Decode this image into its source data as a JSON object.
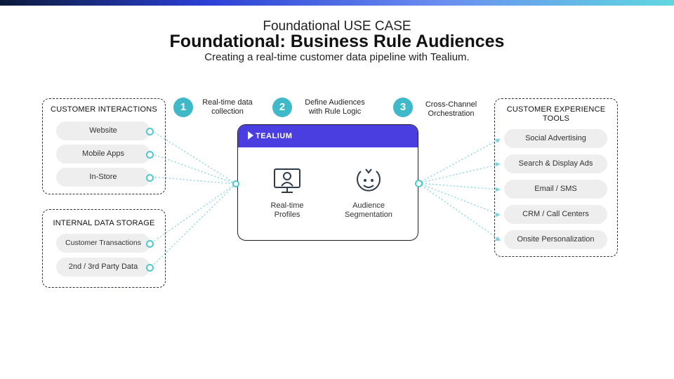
{
  "header": {
    "kicker": "Foundational USE CASE",
    "title": "Foundational: Business Rule Audiences",
    "subtitle": "Creating a real-time customer data pipeline with Tealium."
  },
  "customer_interactions": {
    "title": "CUSTOMER INTERACTIONS",
    "items": [
      "Website",
      "Mobile Apps",
      "In-Store"
    ]
  },
  "internal_storage": {
    "title": "INTERNAL DATA STORAGE",
    "items": [
      "Customer Transactions",
      "2nd / 3rd Party Data"
    ]
  },
  "steps": [
    {
      "number": "1",
      "label_line1": "Real-time data",
      "label_line2": "collection"
    },
    {
      "number": "2",
      "label_line1": "Define Audiences",
      "label_line2": "with Rule Logic"
    },
    {
      "number": "3",
      "label_line1": "Cross-Channel",
      "label_line2": "Orchestration"
    }
  ],
  "tealium": {
    "brand": "TEALIUM",
    "features": [
      {
        "icon": "monitor-profile-icon",
        "line1": "Real-time",
        "line2": "Profiles"
      },
      {
        "icon": "segmentation-face-icon",
        "line1": "Audience",
        "line2": "Segmentation"
      }
    ]
  },
  "cx_tools": {
    "title_line1": "CUSTOMER EXPERIENCE",
    "title_line2": "TOOLS",
    "items": [
      "Social Advertising",
      "Search & Display Ads",
      "Email / SMS",
      "CRM / Call Centers",
      "Onsite Personalization"
    ]
  },
  "colors": {
    "accent_teal": "#3fb8c8",
    "tealium_purple": "#4a3ee0",
    "connector": "#7fd3dc"
  }
}
